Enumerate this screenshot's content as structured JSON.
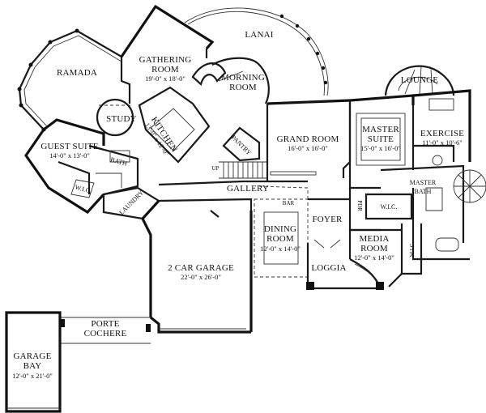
{
  "rooms": {
    "lanai": {
      "name": "LANAI"
    },
    "ramada": {
      "name": "RAMADA"
    },
    "gathering": {
      "name": "GATHERING",
      "name2": "ROOM",
      "dims": "19'-0\" x 18'-0\""
    },
    "morning": {
      "name": "MORNING",
      "name2": "ROOM"
    },
    "study": {
      "name": "STUDY"
    },
    "kitchen": {
      "name": "KITCHEN",
      "dims": "13'-0\" x 12'-0\""
    },
    "pantry": {
      "name": "PANTRY"
    },
    "guest_suite": {
      "name": "GUEST SUITE",
      "dims": "14'-0\" x 13'-0\""
    },
    "bath": {
      "name": "BATH"
    },
    "wic_guest": {
      "name": "W.I.C."
    },
    "laundry": {
      "name": "LAUNDRY"
    },
    "grand": {
      "name": "GRAND ROOM",
      "dims": "16'-0\" x 16'-0\""
    },
    "gallery": {
      "name": "GALLERY"
    },
    "up": {
      "name": "UP"
    },
    "master_suite": {
      "name": "MASTER",
      "name2": "SUITE",
      "dims": "15'-0\" x 16'-0\""
    },
    "lounge": {
      "name": "LOUNGE"
    },
    "exercise": {
      "name": "EXERCISE",
      "dims": "11'-0\" x 10'-6\""
    },
    "master_bath": {
      "name": "MASTER",
      "name2": "BATH"
    },
    "pdr": {
      "name": "PDR"
    },
    "wic_master": {
      "name": "W.I.C."
    },
    "wic_master2": {
      "name": "W.I.C."
    },
    "bar": {
      "name": "BAR"
    },
    "dining": {
      "name": "DINING",
      "name2": "ROOM",
      "dims": "12'-0\" x 14'-0\""
    },
    "foyer": {
      "name": "FOYER"
    },
    "media": {
      "name": "MEDIA",
      "name2": "ROOM",
      "dims": "12'-0\" x 14'-0\""
    },
    "loggia": {
      "name": "LOGGIA"
    },
    "garage": {
      "name": "2 CAR GARAGE",
      "dims": "22'-0\" x 26'-0\""
    },
    "porte": {
      "name": "PORTE",
      "name2": "COCHERE"
    },
    "garage_bay": {
      "name": "GARAGE",
      "name2": "BAY",
      "dims": "12'-0\" x 21'-0\""
    }
  }
}
